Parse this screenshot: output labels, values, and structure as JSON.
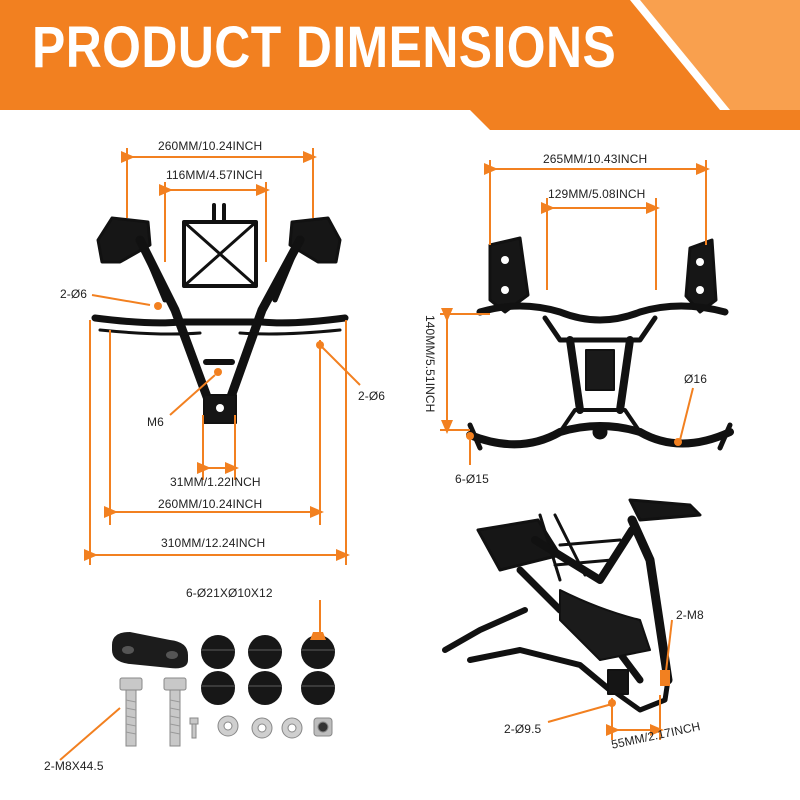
{
  "header": {
    "title": "PRODUCT DIMENSIONS"
  },
  "colors": {
    "accent": "#f28020",
    "accent_light": "#f9a04e",
    "frame": "#111111",
    "text": "#222222"
  },
  "view_front": {
    "top_width": "260MM/10.24INCH",
    "inner_width": "116MM/4.57INCH",
    "hole_left": "2-Ø6",
    "hole_right": "2-Ø6",
    "thread": "M6",
    "tab_width": "31MM/1.22INCH",
    "mid_width": "260MM/10.24INCH",
    "bottom_width": "310MM/12.24INCH"
  },
  "view_rear": {
    "top_width": "265MM/10.43INCH",
    "inner_width": "129MM/5.08INCH",
    "height": "140MM/5.51INCH",
    "hole_large": "Ø16",
    "holes": "6-Ø15"
  },
  "view_iso": {
    "bolt_holes": "2-M8",
    "pin_holes": "2-Ø9.5",
    "mount_width": "55MM/2.17INCH"
  },
  "hardware": {
    "grommets": "6-Ø21XØ10X12",
    "bolts": "2-M8X44.5"
  }
}
